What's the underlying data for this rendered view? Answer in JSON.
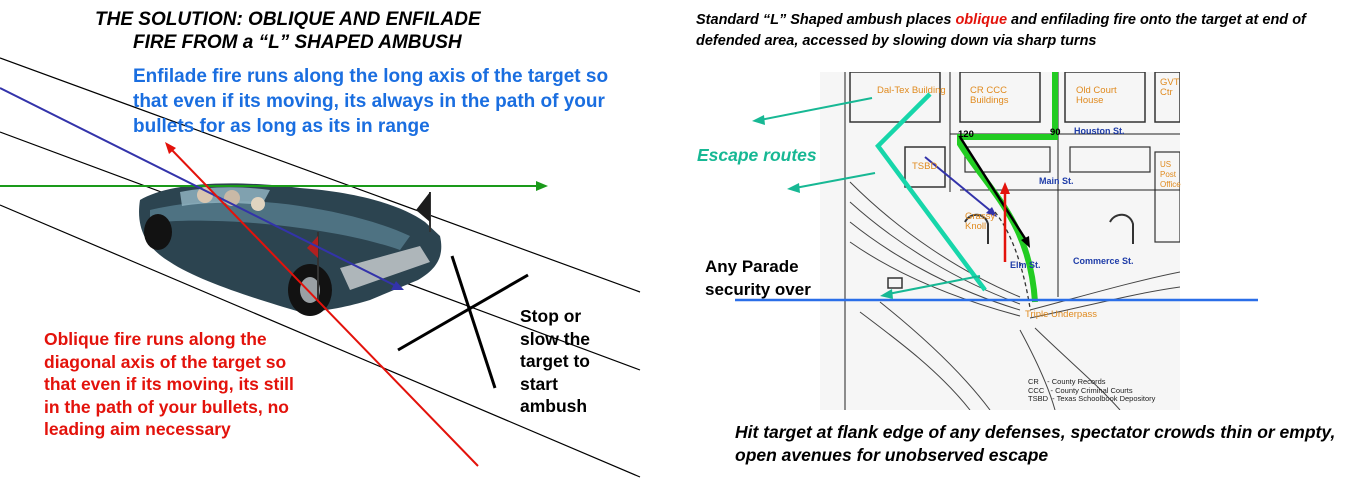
{
  "left": {
    "title_line1": "THE SOLUTION: OBLIQUE AND ENFILADE",
    "title_line2": "FIRE FROM a “L” SHAPED AMBUSH",
    "enfilade_text": "Enfilade fire runs along the long axis of the target so that even if its moving, its always in the path of your bullets for as long as its in range",
    "oblique_text": "Oblique fire runs along the diagonal axis of the target so that even if its moving, its still in the path of your bullets, no leading aim necessary",
    "stop_text": "Stop or slow the target to start ambush"
  },
  "right": {
    "title_part1": "Standard “L” Shaped ambush places ",
    "title_highlight": "oblique",
    "title_part2": " and enfilading fire onto the target at end of defended area, accessed by slowing down via sharp turns",
    "escape_label": "Escape routes",
    "parade_label": "Any Parade security over",
    "bottom_text": "Hit target at flank edge of any defenses, spectator crowds thin or empty, open avenues for unobserved escape"
  },
  "map": {
    "labels": {
      "daltex": "Dal-Tex Building",
      "cr_ccc": "CR      CCC Buildings",
      "old_court": "Old Court House",
      "govt": "GVT Ctr",
      "tsbd": "TSBD",
      "grassy_knoll": "Grassy Knoll",
      "post_office": "US Post Office",
      "triple_underpass": "Triple Underpass"
    },
    "streets": {
      "houston": "Houston St.",
      "main": "Main St.",
      "elm": "Elm St.",
      "commerce": "Commerce St."
    },
    "numbers": {
      "n120": "120",
      "n90": "90"
    },
    "legend": "CR    - County Records\nCCC   - County Criminal Courts\nTSBD  - Texas Schoolbook Depository"
  },
  "colors": {
    "enfilade_blue": "#1a6ee0",
    "oblique_red": "#e3120b",
    "escape_teal": "#17b894",
    "green_line": "#1a9a1a",
    "parade_blue": "#2a6ee8",
    "map_orange": "#e08a1e"
  }
}
